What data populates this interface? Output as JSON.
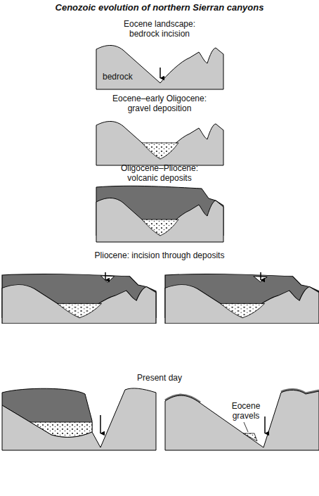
{
  "diagram": {
    "title": "Cenozoic evolution of northern Sierran canyons",
    "labels": [
      "Eocene landscape: bedrock incision",
      "bedrock",
      "Eocene–early Oligocene: gravel deposition",
      "Oligocene–Pliocene: volcanic deposits",
      "Pliocene: incision through deposits",
      "Present day",
      "Eocene gravels"
    ]
  }
}
